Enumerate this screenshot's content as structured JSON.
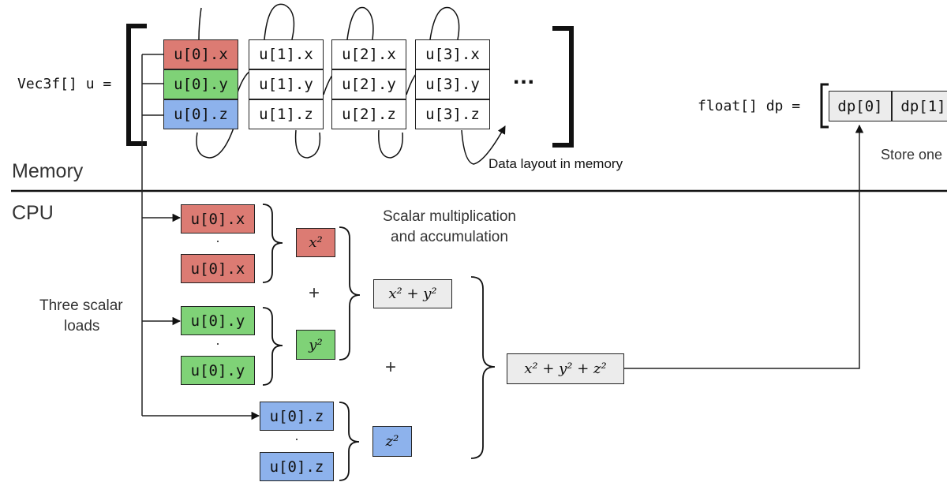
{
  "memory": {
    "u_decl": "Vec3f[] u =",
    "u_cells": [
      [
        "u[0].x",
        "u[0].y",
        "u[0].z"
      ],
      [
        "u[1].x",
        "u[1].y",
        "u[1].z"
      ],
      [
        "u[2].x",
        "u[2].y",
        "u[2].z"
      ],
      [
        "u[3].x",
        "u[3].y",
        "u[3].z"
      ]
    ],
    "ellipsis": "...",
    "layout_caption": "Data layout in memory",
    "dp_decl": "float[] dp =",
    "dp_cells": [
      "dp[0]",
      "dp[1]"
    ],
    "store_caption": "Store one",
    "section_label": "Memory"
  },
  "cpu": {
    "section_label": "CPU",
    "loads_caption_1": "Three scalar",
    "loads_caption_2": "loads",
    "x_load_1": "u[0].x",
    "x_load_2": "u[0].x",
    "y_load_1": "u[0].y",
    "y_load_2": "u[0].y",
    "z_load_1": "u[0].z",
    "z_load_2": "u[0].z",
    "mul_dot": "·",
    "x_sq": "x²",
    "y_sq": "y²",
    "z_sq": "z²",
    "plus": "+",
    "sum_xy": "x² + y²",
    "sum_xyz": "x² + y² + z²",
    "mult_caption_1": "Scalar multiplication",
    "mult_caption_2": "and accumulation"
  },
  "colors": {
    "x": "#dc7b73",
    "y": "#7fd277",
    "z": "#8db2ec",
    "result": "#ececec"
  }
}
